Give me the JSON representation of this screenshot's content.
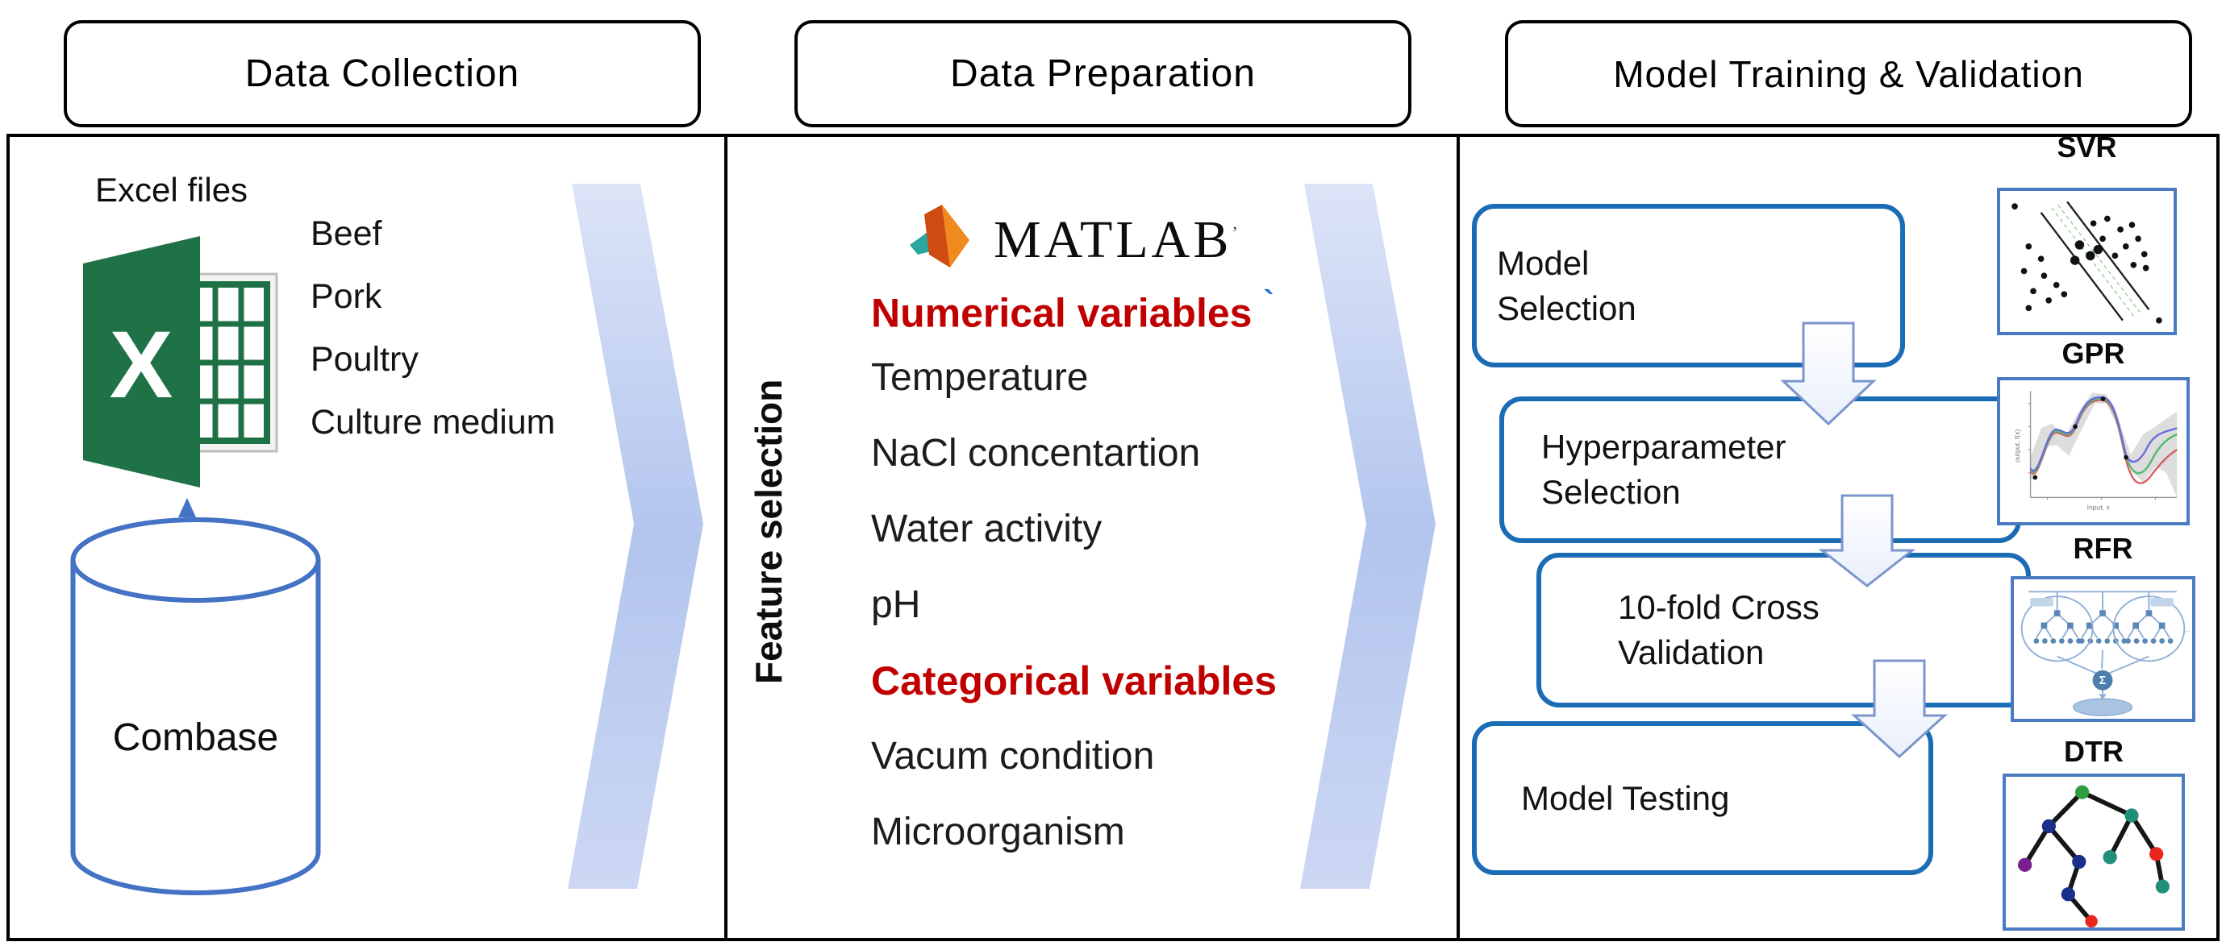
{
  "titles": {
    "data_collection": "Data Collection",
    "data_preparation": "Data Preparation",
    "model_training": "Model Training & Validation"
  },
  "panel1": {
    "excel_files_label": "Excel files",
    "excel_icon_letter": "X",
    "file_types": [
      "Beef",
      "Pork",
      "Poultry",
      "Culture medium"
    ],
    "database_label": "Combase"
  },
  "panel2": {
    "vertical_label": "Feature selection",
    "matlab_wordmark": "MATLAB",
    "matlab_trademark": "’",
    "rows": [
      {
        "text": "Numerical variables",
        "style": "red",
        "suffix": "`"
      },
      {
        "text": "Temperature",
        "style": "black"
      },
      {
        "text": "NaCl concentartion",
        "style": "black"
      },
      {
        "text": "Water activity",
        "style": "black"
      },
      {
        "text": "pH",
        "style": "black"
      },
      {
        "text": "Categorical variables",
        "style": "red"
      },
      {
        "text": "Vacum condition",
        "style": "black"
      },
      {
        "text": "Microorganism",
        "style": "black"
      }
    ]
  },
  "panel3": {
    "flow_boxes": [
      {
        "lines": [
          "Model",
          "Selection"
        ]
      },
      {
        "lines": [
          "Hyperparameter",
          "Selection"
        ]
      },
      {
        "lines": [
          "10-fold Cross",
          "Validation"
        ]
      },
      {
        "lines": [
          "Model Testing"
        ]
      }
    ],
    "thumbnails": [
      {
        "label": "SVR"
      },
      {
        "label": "GPR"
      },
      {
        "label": "RFR"
      },
      {
        "label": "DTR"
      }
    ],
    "sigma_glyph": "Σ"
  },
  "colors": {
    "accent_blue": "#4472C4",
    "flow_border_blue": "#1A6CB5",
    "thumb_border_blue": "#4A7AC2",
    "chevron_blue": "#B7C7ED",
    "heading_red": "#C00000",
    "excel_green": "#1F7246"
  }
}
